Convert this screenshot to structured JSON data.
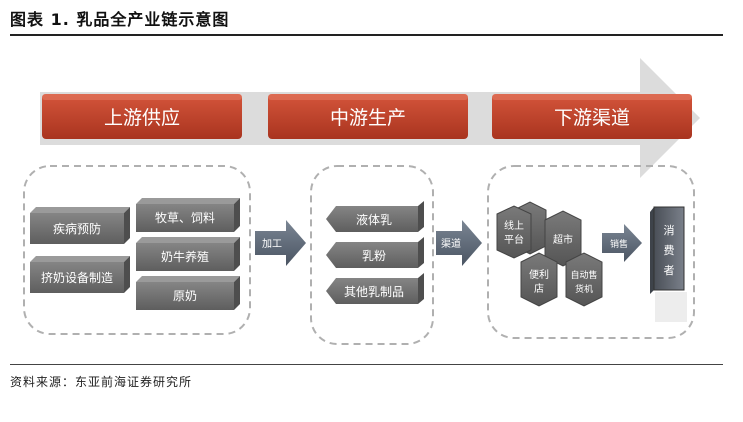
{
  "header": {
    "title": "图表 1.   乳品全产业链示意图"
  },
  "stages": {
    "upstream": "上游供应",
    "midstream": "中游生产",
    "downstream": "下游渠道"
  },
  "upstream": {
    "left": [
      "疾病预防",
      "挤奶设备制造"
    ],
    "right": [
      "牧草、饲料",
      "奶牛养殖",
      "原奶"
    ]
  },
  "connectors": {
    "to_mid": "加工",
    "to_down": "渠道",
    "to_consumer": "销售"
  },
  "midstream": {
    "products": [
      "液体乳",
      "乳粉",
      "其他乳制品"
    ]
  },
  "downstream": {
    "channels": [
      {
        "lines": [
          "线上",
          "平台"
        ]
      },
      {
        "lines": [
          "超市"
        ]
      },
      {
        "lines": [
          "便利",
          "店"
        ]
      },
      {
        "lines": [
          "自动售",
          "货机"
        ]
      }
    ],
    "consumer": [
      "消",
      "费",
      "者"
    ]
  },
  "footer": {
    "source": "资料来源：东亚前海证券研究所"
  },
  "colors": {
    "stage_red": "#c0422a",
    "box_gray": "#707070",
    "arrow_gray": "#5a6472",
    "big_arrow": "#d9d9d9"
  }
}
